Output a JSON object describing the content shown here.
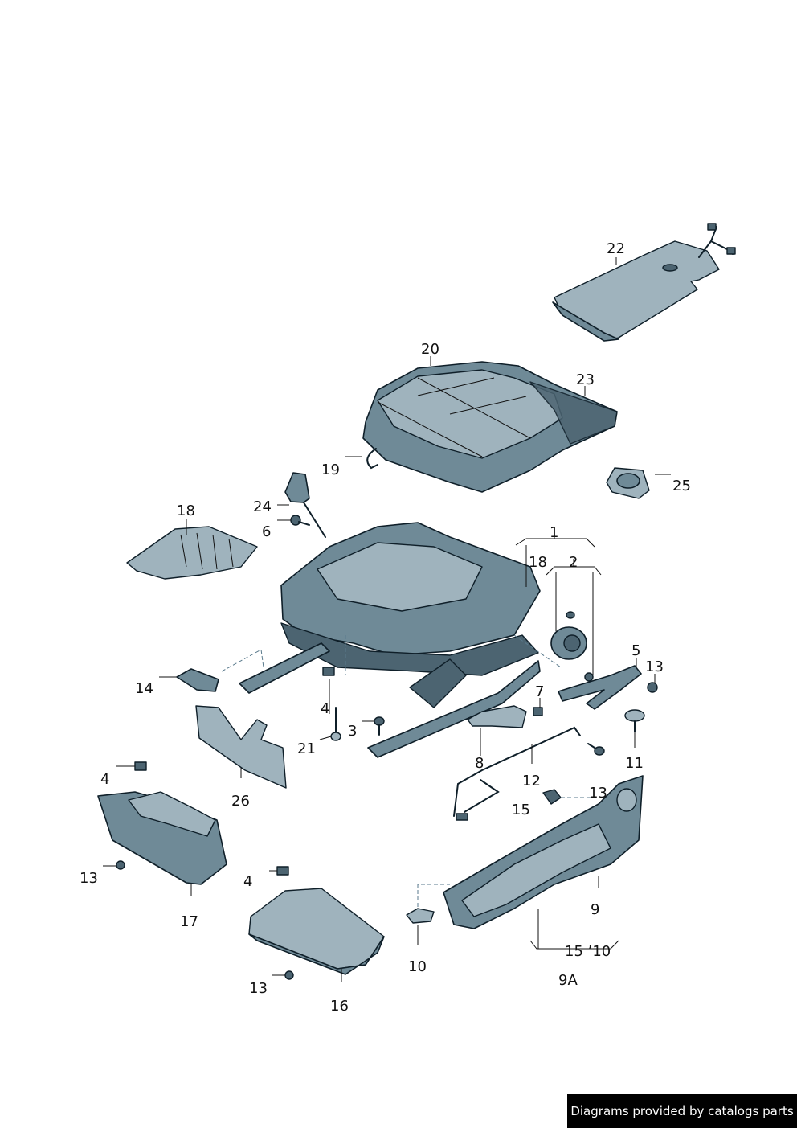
{
  "callouts": [
    {
      "id": "22",
      "text": "22"
    },
    {
      "id": "20",
      "text": "20"
    },
    {
      "id": "23",
      "text": "23"
    },
    {
      "id": "19",
      "text": "19"
    },
    {
      "id": "25",
      "text": "25"
    },
    {
      "id": "24",
      "text": "24"
    },
    {
      "id": "18a",
      "text": "18"
    },
    {
      "id": "6",
      "text": "6"
    },
    {
      "id": "1",
      "text": "1"
    },
    {
      "id": "18b",
      "text": "18"
    },
    {
      "id": "2",
      "text": "2"
    },
    {
      "id": "5",
      "text": "5"
    },
    {
      "id": "13a",
      "text": "13"
    },
    {
      "id": "14",
      "text": "14"
    },
    {
      "id": "7",
      "text": "7"
    },
    {
      "id": "4a",
      "text": "4"
    },
    {
      "id": "3",
      "text": "3"
    },
    {
      "id": "21",
      "text": "21"
    },
    {
      "id": "8",
      "text": "8"
    },
    {
      "id": "11",
      "text": "11"
    },
    {
      "id": "12",
      "text": "12"
    },
    {
      "id": "26",
      "text": "26"
    },
    {
      "id": "4b",
      "text": "4"
    },
    {
      "id": "13b",
      "text": "13"
    },
    {
      "id": "15a",
      "text": "15"
    },
    {
      "id": "13c",
      "text": "13"
    },
    {
      "id": "17",
      "text": "17"
    },
    {
      "id": "4c",
      "text": "4"
    },
    {
      "id": "9",
      "text": "9"
    },
    {
      "id": "10",
      "text": "10"
    },
    {
      "id": "15b",
      "text": "15 ’10"
    },
    {
      "id": "9A",
      "text": "9A"
    },
    {
      "id": "13d",
      "text": "13"
    },
    {
      "id": "16",
      "text": "16"
    }
  ],
  "credit": "Diagrams provided by catalogs parts"
}
